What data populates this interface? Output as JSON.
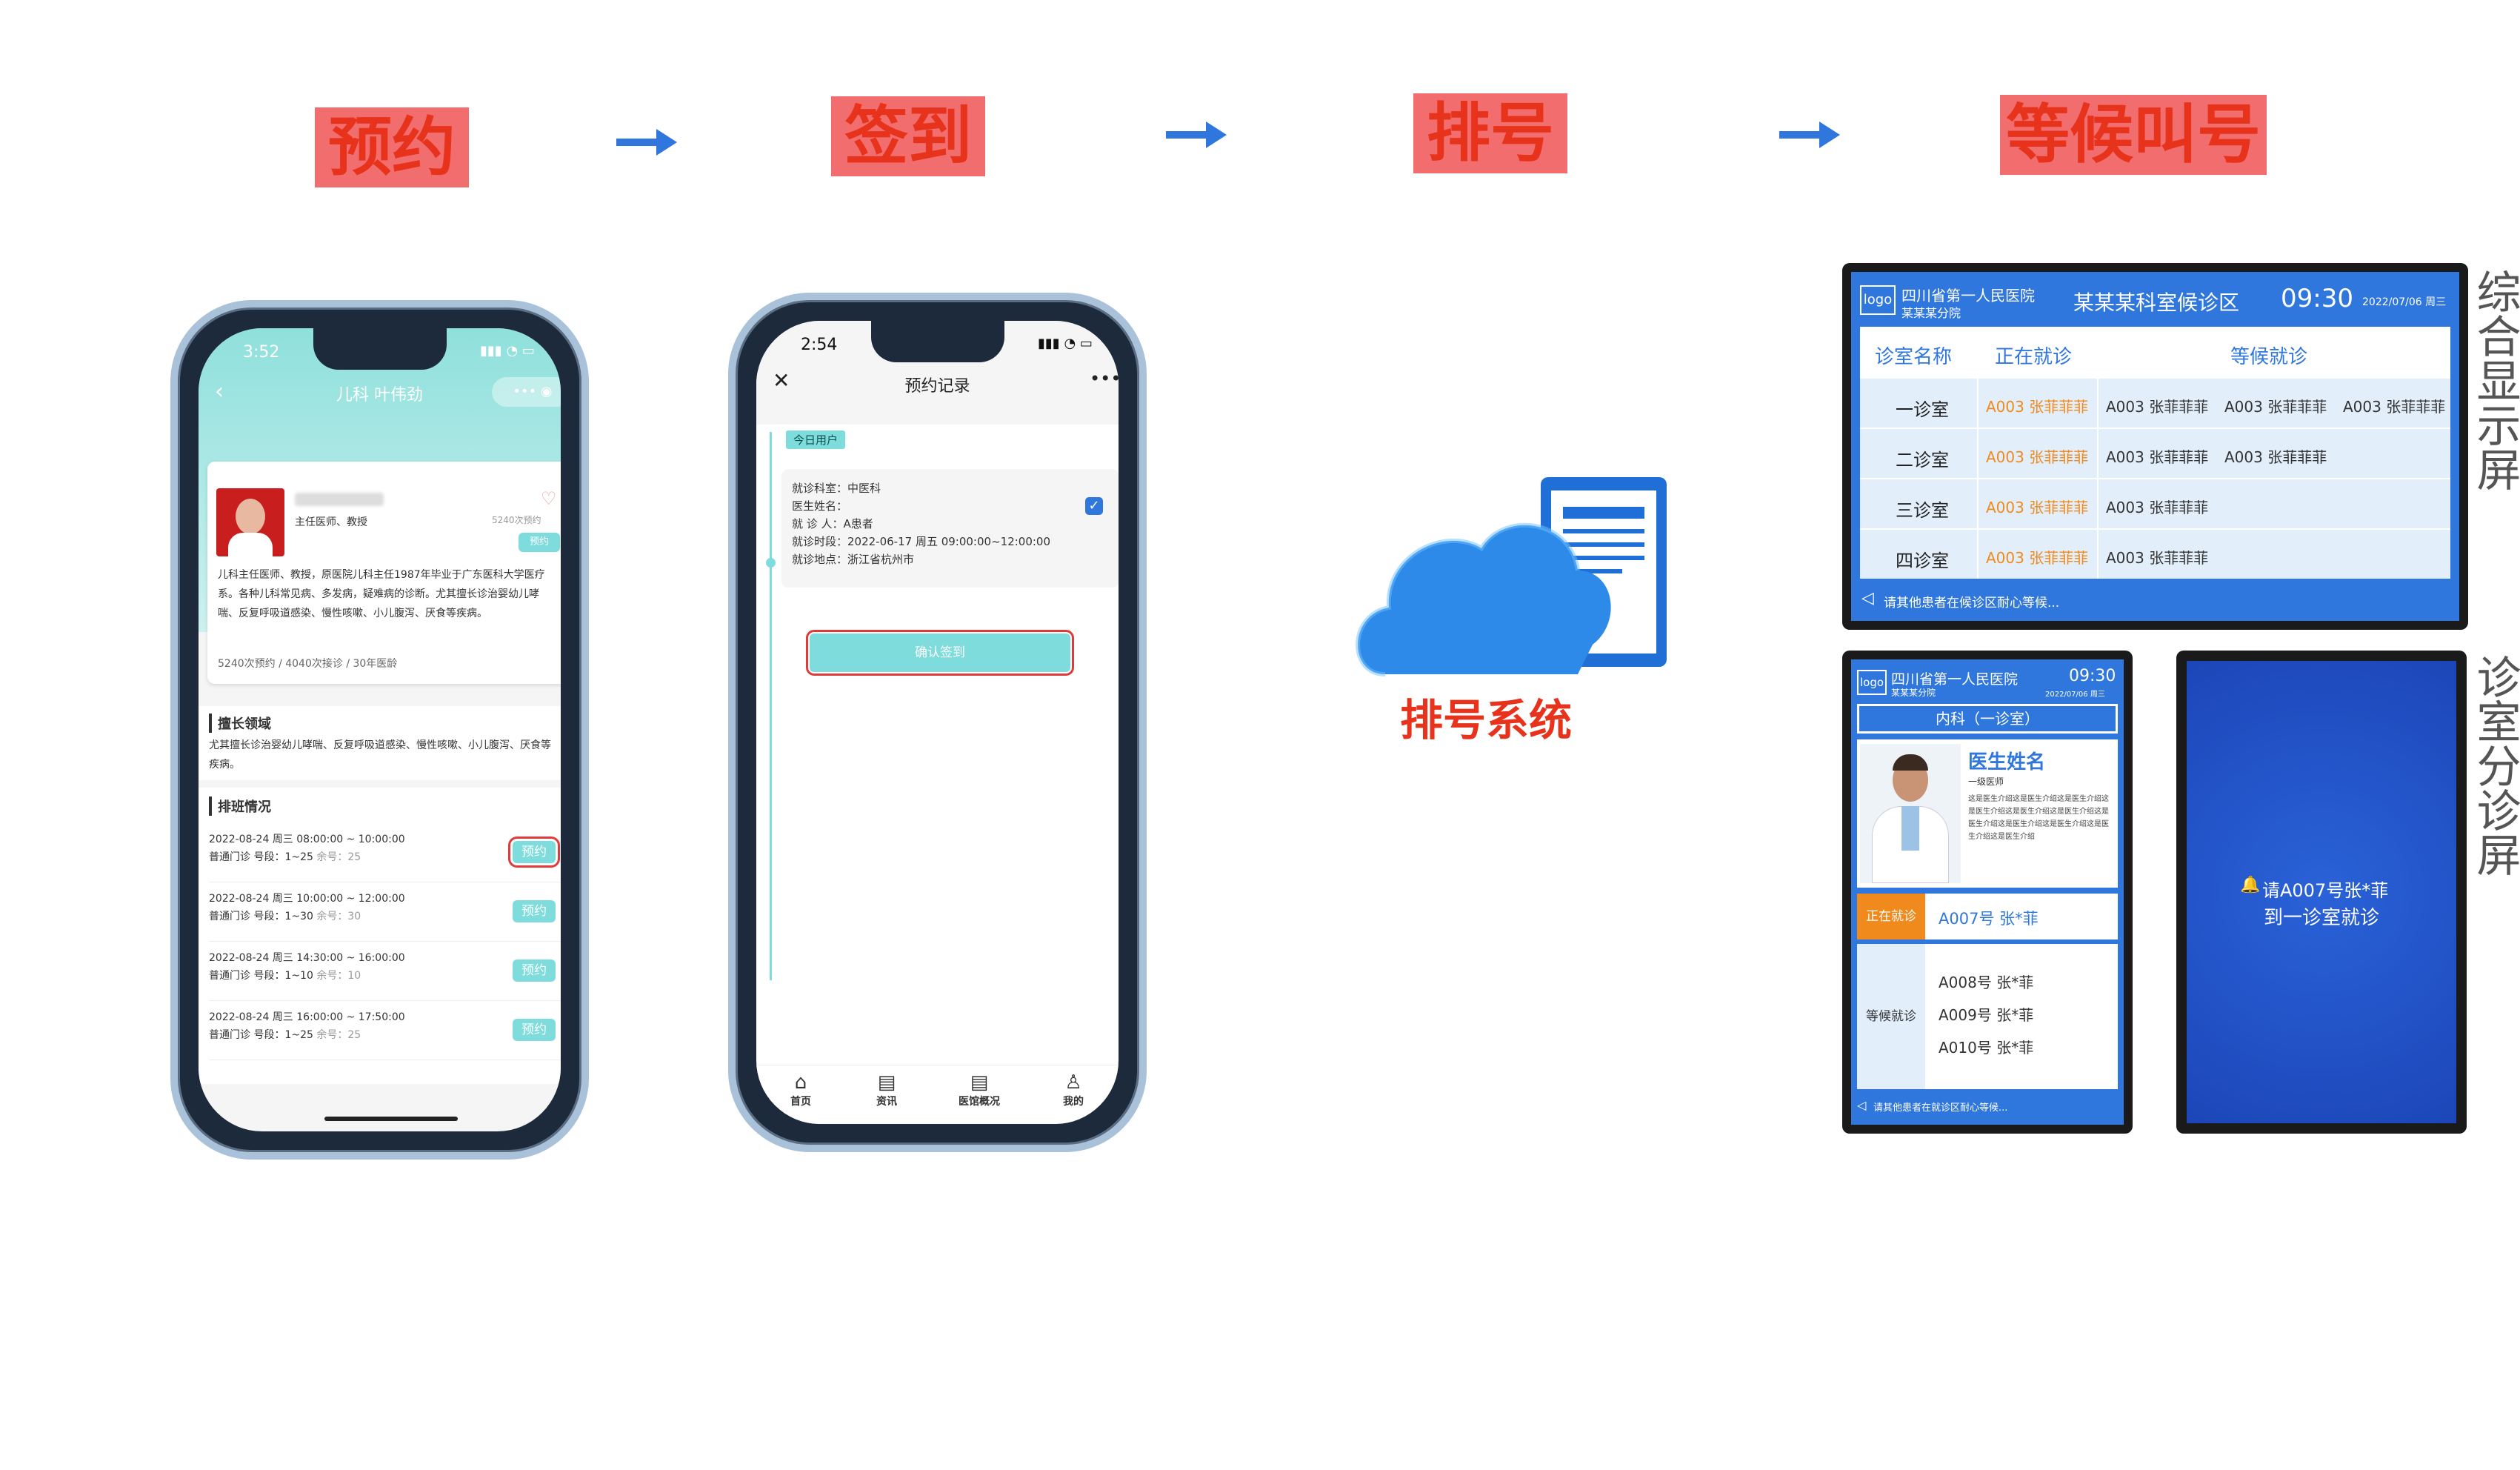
{
  "steps": {
    "s1": "预约",
    "s2": "签到",
    "s3": "排号",
    "s4": "等候叫号"
  },
  "colors": {
    "step_bg": "#f26d6d",
    "step_text": "#e8331c",
    "arrow": "#2f77dd",
    "teal": "#7edcdc",
    "tv_blue": "#2f77dd",
    "orange": "#f08a1c"
  },
  "phone1": {
    "time": "3:52",
    "title": "儿科 叶伟劲",
    "doctor_role": "主任医师、教授",
    "bio": "儿科主任医师、教授，原医院儿科主任1987年毕业于广东医科大学医疗系。各种儿科常见病、多发病，疑难病的诊断。尤其擅长诊治婴幼儿哮喘、反复呼吸道感染、慢性咳嗽、小儿腹泻、厌食等疾病。",
    "stats": "5240次预约 / 4040次接诊 / 30年医龄",
    "fav_count": "5240次预约",
    "section1": "擅长领域",
    "specialty": "尤其擅长诊治婴幼儿哮喘、反复呼吸道感染、慢性咳嗽、小儿腹泻、厌食等疾病。",
    "section2": "排班情况",
    "book_label": "预约",
    "schedule": [
      {
        "time": "2022-08-24 周三 08:00:00 ~ 10:00:00",
        "info": "普通门诊 号段：1~25",
        "left": "余号：25"
      },
      {
        "time": "2022-08-24 周三 10:00:00 ~ 12:00:00",
        "info": "普通门诊 号段：1~30",
        "left": "余号：30"
      },
      {
        "time": "2022-08-24 周三 14:30:00 ~ 16:00:00",
        "info": "普通门诊 号段：1~10",
        "left": "余号：10"
      },
      {
        "time": "2022-08-24 周三 16:00:00 ~ 17:50:00",
        "info": "普通门诊 号段：1~25",
        "left": "余号：25"
      }
    ]
  },
  "phone2": {
    "time": "2:54",
    "title": "预约记录",
    "tag": "今日用户",
    "dept": "就诊科室：中医科",
    "doctor": "医生姓名：",
    "patient": "就 诊 人：A患者",
    "period": "就诊时段：2022-06-17 周五 09:00:00~12:00:00",
    "place": "就诊地点：浙江省杭州市",
    "confirm": "确认签到",
    "nav": [
      "首页",
      "资讯",
      "医馆概况",
      "我的"
    ]
  },
  "cloud": {
    "label": "排号系统"
  },
  "tv_main": {
    "logo": "logo",
    "hospital": "四川省第一人民医院",
    "branch": "某某某分院",
    "title": "某某某科室候诊区",
    "clock": "09:30",
    "date": "2022/07/06 周三",
    "col1": "诊室名称",
    "col2": "正在就诊",
    "col3": "等候就诊",
    "rows": [
      {
        "room": "一诊室",
        "now": "A003 张菲菲菲",
        "wait": [
          "A003 张菲菲菲",
          "A003 张菲菲菲",
          "A003 张菲菲菲"
        ]
      },
      {
        "room": "二诊室",
        "now": "A003 张菲菲菲",
        "wait": [
          "A003 张菲菲菲",
          "A003 张菲菲菲"
        ]
      },
      {
        "room": "三诊室",
        "now": "A003 张菲菲菲",
        "wait": [
          "A003 张菲菲菲"
        ]
      },
      {
        "room": "四诊室",
        "now": "A003 张菲菲菲",
        "wait": [
          "A003 张菲菲菲"
        ]
      }
    ],
    "ticker": "请其他患者在候诊区耐心等候...",
    "side_label": "综合显示屏"
  },
  "tv_small": {
    "logo": "logo",
    "hospital": "四川省第一人民医院",
    "branch": "某某某分院",
    "clock": "09:30",
    "date": "2022/07/06 周三",
    "dept": "内科（一诊室）",
    "doctor_name": "医生姓名",
    "doctor_title": "一级医师",
    "intro": "这是医生介绍这是医生介绍这是医生介绍这是医生介绍这是医生介绍这是医生介绍这是医生介绍这是医生介绍这是医生介绍这是医生介绍这是医生介绍",
    "now_label": "正在就诊",
    "now_patient": "A007号 张*菲",
    "wait_label": "等候就诊",
    "waiting": [
      "A008号 张*菲",
      "A009号 张*菲",
      "A010号 张*菲"
    ],
    "ticker": "请其他患者在就诊区耐心等候..."
  },
  "tv_call": {
    "line1": "请A007号张*菲",
    "line2": "到一诊室就诊",
    "side_label": "诊室分诊屏"
  }
}
